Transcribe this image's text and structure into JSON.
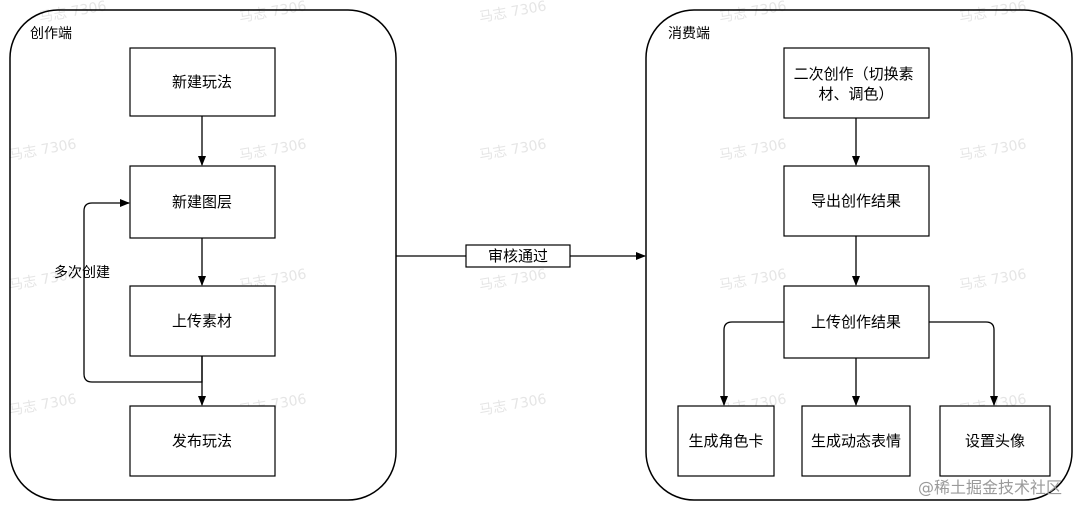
{
  "creator": {
    "title": "创作端",
    "steps": {
      "new_play": "新建玩法",
      "new_layer": "新建图层",
      "upload_material": "上传素材",
      "publish_play": "发布玩法"
    },
    "loop_label": "多次创建"
  },
  "connector_label": "审核通过",
  "consumer": {
    "title": "消费端",
    "steps": {
      "secondary_line1": "二次创作（切换素",
      "secondary_line2": "材、调色）",
      "export_result": "导出创作结果",
      "upload_result": "上传创作结果",
      "role_card": "生成角色卡",
      "dynamic_emoji": "生成动态表情",
      "set_avatar": "设置头像"
    }
  },
  "watermark": "马志 7306",
  "credit": "@稀土掘金技术社区"
}
